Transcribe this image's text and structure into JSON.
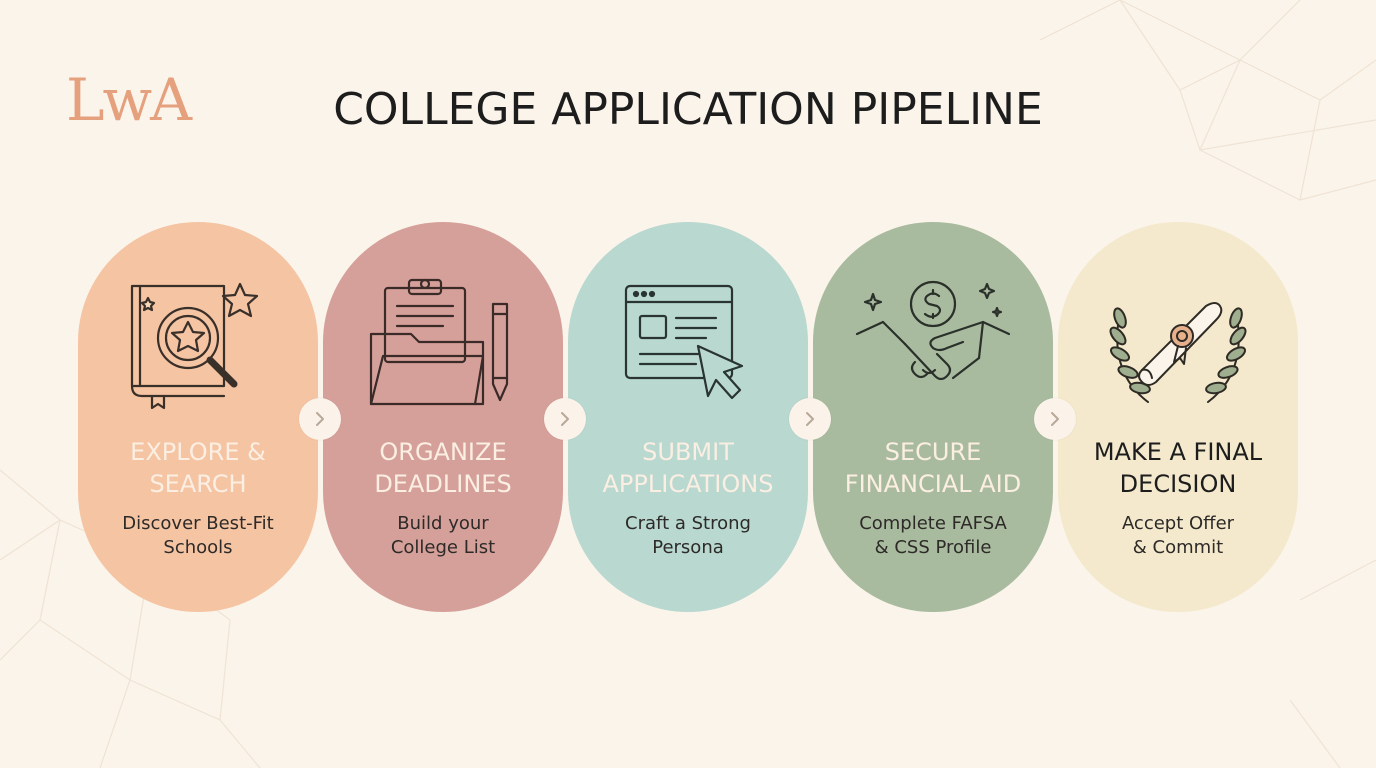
{
  "logo": "LwA",
  "title": "COLLEGE APPLICATION PIPELINE",
  "steps": [
    {
      "icon": "book-search-star-icon",
      "title_line1": "EXPLORE &",
      "title_line2": "SEARCH",
      "desc_line1": "Discover Best-Fit",
      "desc_line2": "Schools",
      "color": "#f5c4a3"
    },
    {
      "icon": "clipboard-folder-pencil-icon",
      "title_line1": "ORGANIZE",
      "title_line2": "DEADLINES",
      "desc_line1": "Build your",
      "desc_line2": "College List",
      "color": "#d6a09a"
    },
    {
      "icon": "browser-cursor-icon",
      "title_line1": "SUBMIT",
      "title_line2": "APPLICATIONS",
      "desc_line1": "Craft a Strong",
      "desc_line2": "Persona",
      "color": "#b8d8d0"
    },
    {
      "icon": "handshake-dollar-icon",
      "title_line1": "SECURE",
      "title_line2": "FINANCIAL AID",
      "desc_line1": "Complete FAFSA",
      "desc_line2": "& CSS Profile",
      "color": "#a9bb9f"
    },
    {
      "icon": "diploma-laurel-icon",
      "title_line1": "MAKE A FINAL",
      "title_line2": "DECISION",
      "desc_line1": "Accept Offer",
      "desc_line2": "& Commit",
      "color": "#f4e9cc"
    }
  ]
}
